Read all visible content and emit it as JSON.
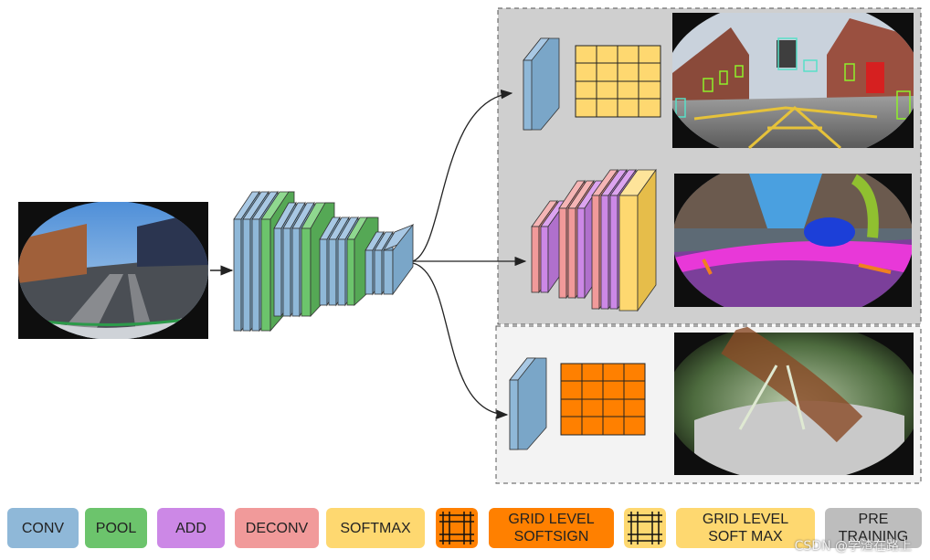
{
  "legend": [
    {
      "id": "conv",
      "label": "CONV",
      "color": "#8fb8d8"
    },
    {
      "id": "pool",
      "label": "POOL",
      "color": "#6cc46c"
    },
    {
      "id": "add",
      "label": "ADD",
      "color": "#cc88e6"
    },
    {
      "id": "deconv",
      "label": "DECONV",
      "color": "#f19a9a"
    },
    {
      "id": "softmax",
      "label": "SOFTMAX",
      "color": "#fed870"
    },
    {
      "id": "softsign",
      "label": "GRID LEVEL\nSOFTSIGN",
      "color": "#ff8000"
    },
    {
      "id": "softmax_grid",
      "label": "GRID LEVEL\nSOFT MAX",
      "color": "#fed870"
    },
    {
      "id": "pretraining",
      "label": "PRE\nTRAINING",
      "color": "#bdbdbd"
    }
  ],
  "watermark": "CSDN @学渣在路上",
  "colors": {
    "conv": "#8fb8d8",
    "pool": "#6cc46c",
    "add": "#cc88e6",
    "deconv": "#f19a9a",
    "softmax": "#fed870",
    "grid_orange": "#ff8000",
    "panel_gray": "#cfcfcf",
    "panel_light": "#f3f3f3"
  },
  "icons": [
    "input-fisheye-image",
    "detection-output-image",
    "segmentation-output-image",
    "soiling-output-image"
  ]
}
